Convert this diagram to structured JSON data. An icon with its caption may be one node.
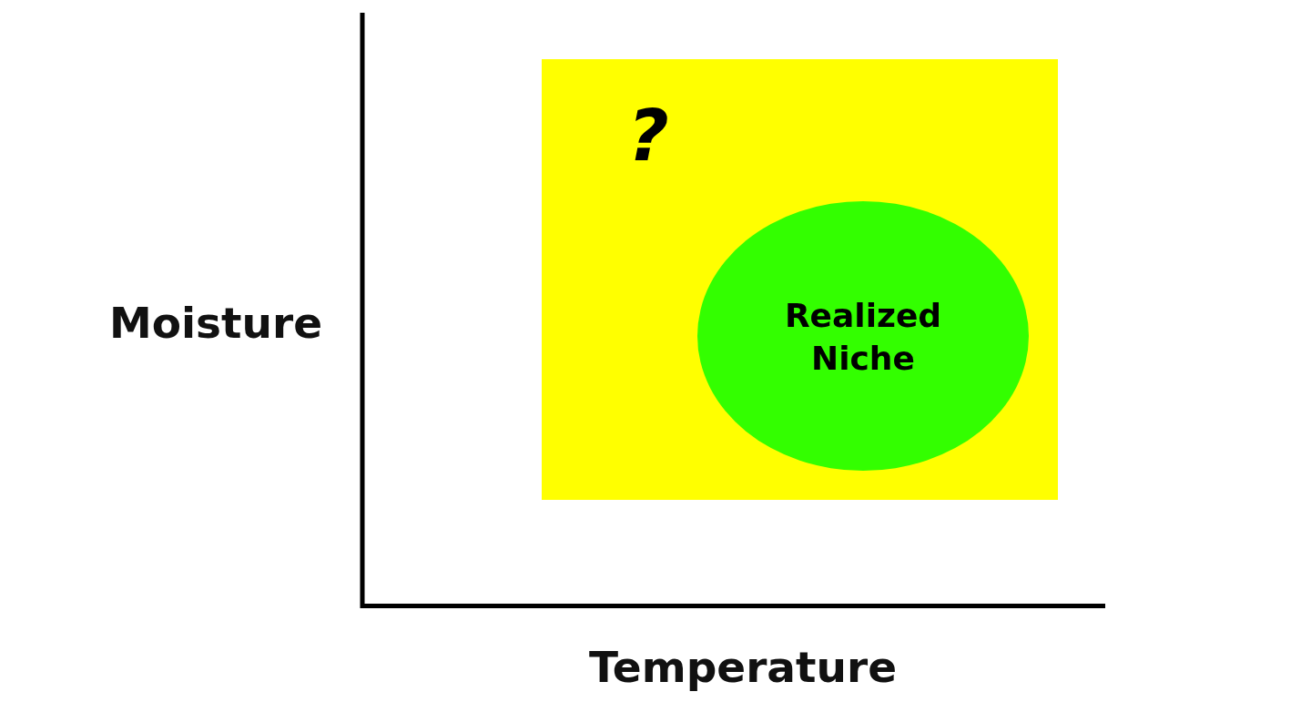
{
  "diagram": {
    "nodes": [
      {
        "text": [
          "?"
        ]
      },
      {
        "text": [
          "Realized Niche"
        ],
        "in": 0
      }
    ],
    "labels": [
      "Moisture",
      "Temperature"
    ]
  }
}
